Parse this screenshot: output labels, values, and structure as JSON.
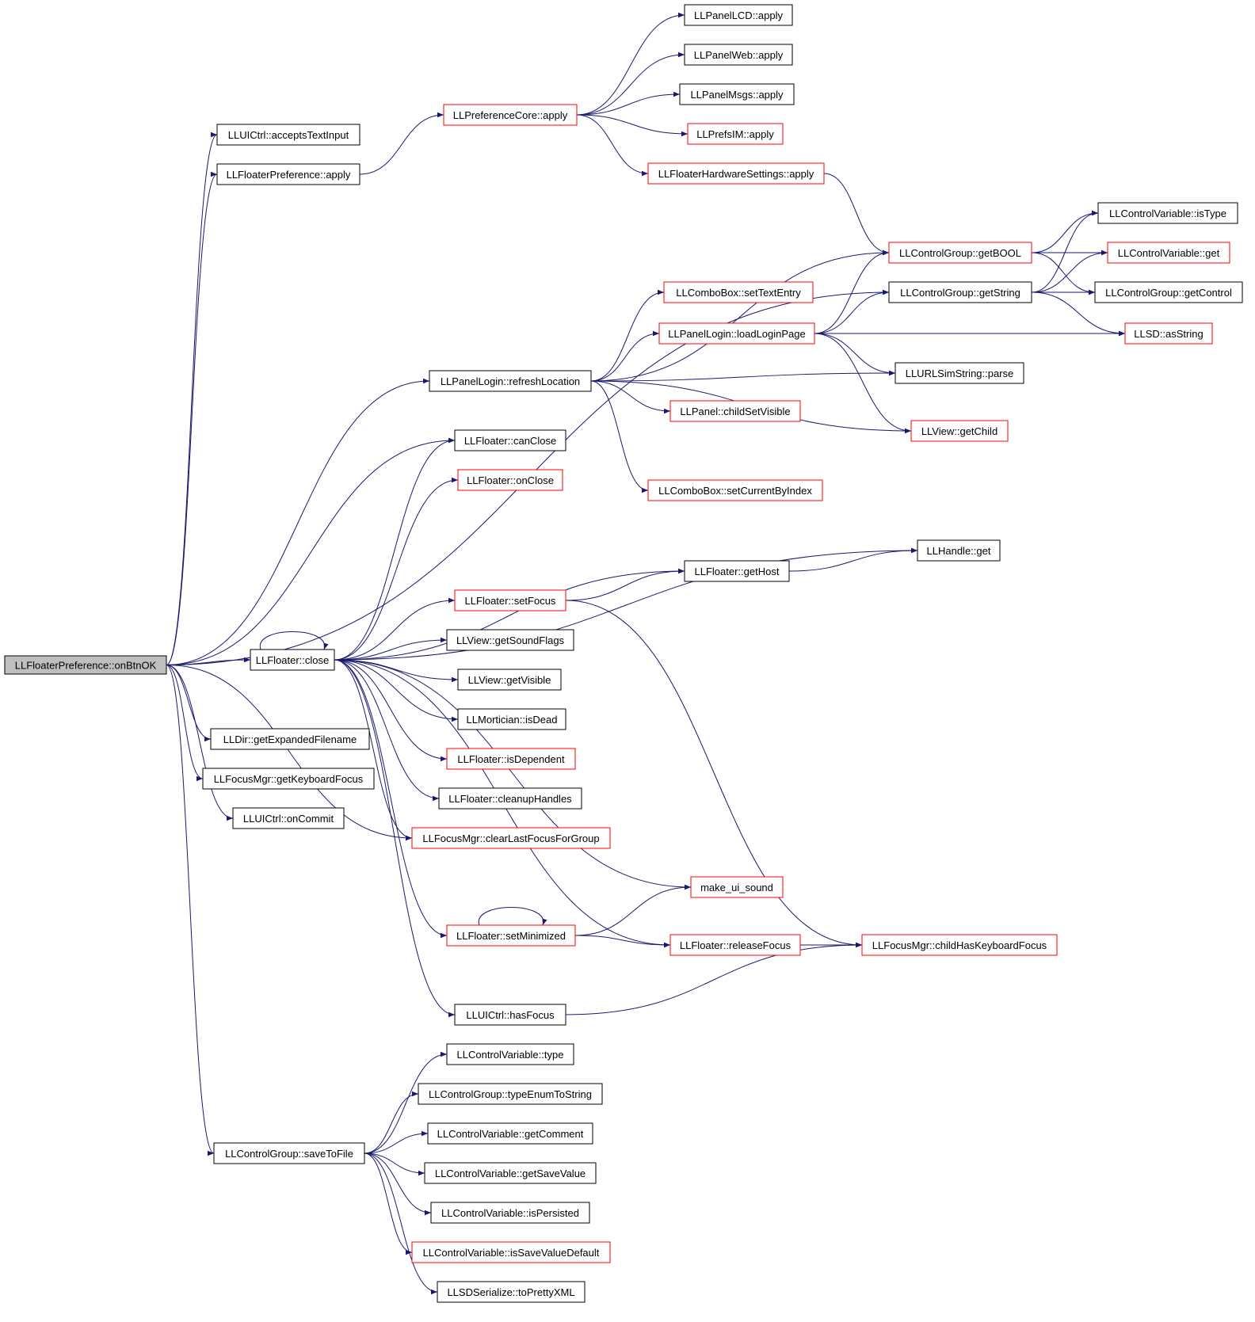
{
  "colors": {
    "edge": "#191970",
    "node_border": "#000000",
    "node_border_incomplete": "#ff0000",
    "root_fill": "#bfbfbf",
    "background": "#ffffff"
  },
  "nodes": {
    "root": {
      "label": "LLFloaterPreference::onBtnOK",
      "red": false
    },
    "uictrl_accepts": {
      "label": "LLUICtrl::acceptsTextInput",
      "red": false
    },
    "fp_apply": {
      "label": "LLFloaterPreference::apply",
      "red": false
    },
    "prefcore_apply": {
      "label": "LLPreferenceCore::apply",
      "red": true
    },
    "lcd_apply": {
      "label": "LLPanelLCD::apply",
      "red": false
    },
    "web_apply": {
      "label": "LLPanelWeb::apply",
      "red": false
    },
    "msgs_apply": {
      "label": "LLPanelMsgs::apply",
      "red": false
    },
    "im_apply": {
      "label": "LLPrefsIM::apply",
      "red": true
    },
    "hw_apply": {
      "label": "LLFloaterHardwareSettings::apply",
      "red": true
    },
    "cv_istype": {
      "label": "LLControlVariable::isType",
      "red": false
    },
    "cg_getbool": {
      "label": "LLControlGroup::getBOOL",
      "red": true
    },
    "cv_get": {
      "label": "LLControlVariable::get",
      "red": true
    },
    "combo_settext": {
      "label": "LLComboBox::setTextEntry",
      "red": true
    },
    "cg_getstring": {
      "label": "LLControlGroup::getString",
      "red": false
    },
    "cg_getcontrol": {
      "label": "LLControlGroup::getControl",
      "red": false
    },
    "login_loadpage": {
      "label": "LLPanelLogin::loadLoginPage",
      "red": true
    },
    "llsd_asstring": {
      "label": "LLSD::asString",
      "red": true
    },
    "urlsim_parse": {
      "label": "LLURLSimString::parse",
      "red": false
    },
    "login_refresh": {
      "label": "LLPanelLogin::refreshLocation",
      "red": false
    },
    "panel_childsetvis": {
      "label": "LLPanel::childSetVisible",
      "red": true
    },
    "view_getchild": {
      "label": "LLView::getChild",
      "red": true
    },
    "floater_canclose": {
      "label": "LLFloater::canClose",
      "red": false
    },
    "floater_onclose": {
      "label": "LLFloater::onClose",
      "red": true
    },
    "combo_setcurrent": {
      "label": "LLComboBox::setCurrentByIndex",
      "red": true
    },
    "handle_get": {
      "label": "LLHandle::get",
      "red": false
    },
    "floater_gethost": {
      "label": "LLFloater::getHost",
      "red": false
    },
    "floater_setfocus": {
      "label": "LLFloater::setFocus",
      "red": true
    },
    "view_soundflags": {
      "label": "LLView::getSoundFlags",
      "red": false
    },
    "floater_close": {
      "label": "LLFloater::close",
      "red": false
    },
    "view_getvisible": {
      "label": "LLView::getVisible",
      "red": false
    },
    "mortician_isdead": {
      "label": "LLMortician::isDead",
      "red": false
    },
    "dir_getexpanded": {
      "label": "LLDir::getExpandedFilename",
      "red": false
    },
    "floater_isdependent": {
      "label": "LLFloater::isDependent",
      "red": true
    },
    "focusmgr_getkb": {
      "label": "LLFocusMgr::getKeyboardFocus",
      "red": false
    },
    "floater_cleanup": {
      "label": "LLFloater::cleanupHandles",
      "red": false
    },
    "uictrl_oncommit": {
      "label": "LLUICtrl::onCommit",
      "red": false
    },
    "focusmgr_clearlast": {
      "label": "LLFocusMgr::clearLastFocusForGroup",
      "red": true
    },
    "make_ui_sound": {
      "label": "make_ui_sound",
      "red": true
    },
    "floater_setmin": {
      "label": "LLFloater::setMinimized",
      "red": true
    },
    "floater_releasefocus": {
      "label": "LLFloater::releaseFocus",
      "red": true
    },
    "focusmgr_childhas": {
      "label": "LLFocusMgr::childHasKeyboardFocus",
      "red": true
    },
    "uictrl_hasfocus": {
      "label": "LLUICtrl::hasFocus",
      "red": false
    },
    "cv_type": {
      "label": "LLControlVariable::type",
      "red": false
    },
    "cg_typeenum": {
      "label": "LLControlGroup::typeEnumToString",
      "red": false
    },
    "cv_getcomment": {
      "label": "LLControlVariable::getComment",
      "red": false
    },
    "cg_savetofile": {
      "label": "LLControlGroup::saveToFile",
      "red": false
    },
    "cv_getsave": {
      "label": "LLControlVariable::getSaveValue",
      "red": false
    },
    "cv_ispersisted": {
      "label": "LLControlVariable::isPersisted",
      "red": false
    },
    "cv_issavedefault": {
      "label": "LLControlVariable::isSaveValueDefault",
      "red": true
    },
    "llsd_pretty": {
      "label": "LLSDSerialize::toPrettyXML",
      "red": false
    }
  },
  "edges": [
    [
      "root",
      "uictrl_accepts"
    ],
    [
      "root",
      "fp_apply"
    ],
    [
      "root",
      "cg_getstring"
    ],
    [
      "root",
      "login_refresh"
    ],
    [
      "root",
      "floater_canclose"
    ],
    [
      "root",
      "floater_close"
    ],
    [
      "root",
      "dir_getexpanded"
    ],
    [
      "root",
      "focusmgr_getkb"
    ],
    [
      "root",
      "uictrl_oncommit"
    ],
    [
      "root",
      "focusmgr_clearlast"
    ],
    [
      "root",
      "cg_savetofile"
    ],
    [
      "fp_apply",
      "prefcore_apply"
    ],
    [
      "prefcore_apply",
      "lcd_apply"
    ],
    [
      "prefcore_apply",
      "web_apply"
    ],
    [
      "prefcore_apply",
      "msgs_apply"
    ],
    [
      "prefcore_apply",
      "im_apply"
    ],
    [
      "prefcore_apply",
      "hw_apply"
    ],
    [
      "hw_apply",
      "cg_getbool"
    ],
    [
      "cg_getbool",
      "cv_istype"
    ],
    [
      "cg_getbool",
      "cv_get"
    ],
    [
      "cg_getbool",
      "cg_getcontrol"
    ],
    [
      "cg_getstring",
      "cv_istype"
    ],
    [
      "cg_getstring",
      "cv_get"
    ],
    [
      "cg_getstring",
      "cg_getcontrol"
    ],
    [
      "cg_getstring",
      "llsd_asstring"
    ],
    [
      "login_refresh",
      "cg_getbool"
    ],
    [
      "login_refresh",
      "combo_settext"
    ],
    [
      "login_refresh",
      "login_loadpage"
    ],
    [
      "login_refresh",
      "urlsim_parse"
    ],
    [
      "login_refresh",
      "panel_childsetvis"
    ],
    [
      "login_refresh",
      "view_getchild"
    ],
    [
      "login_refresh",
      "combo_setcurrent"
    ],
    [
      "login_loadpage",
      "cg_getbool"
    ],
    [
      "login_loadpage",
      "cg_getstring"
    ],
    [
      "login_loadpage",
      "llsd_asstring"
    ],
    [
      "login_loadpage",
      "urlsim_parse"
    ],
    [
      "login_loadpage",
      "view_getchild"
    ],
    [
      "floater_close",
      "floater_close"
    ],
    [
      "floater_close",
      "floater_canclose"
    ],
    [
      "floater_close",
      "floater_onclose"
    ],
    [
      "floater_close",
      "handle_get"
    ],
    [
      "floater_close",
      "floater_gethost"
    ],
    [
      "floater_close",
      "floater_setfocus"
    ],
    [
      "floater_close",
      "view_soundflags"
    ],
    [
      "floater_close",
      "view_getvisible"
    ],
    [
      "floater_close",
      "mortician_isdead"
    ],
    [
      "floater_close",
      "floater_isdependent"
    ],
    [
      "floater_close",
      "floater_cleanup"
    ],
    [
      "floater_close",
      "focusmgr_clearlast"
    ],
    [
      "floater_close",
      "make_ui_sound"
    ],
    [
      "floater_close",
      "floater_setmin"
    ],
    [
      "floater_close",
      "floater_releasefocus"
    ],
    [
      "floater_close",
      "uictrl_hasfocus"
    ],
    [
      "floater_gethost",
      "handle_get"
    ],
    [
      "floater_setfocus",
      "floater_gethost"
    ],
    [
      "floater_setfocus",
      "focusmgr_childhas"
    ],
    [
      "floater_setmin",
      "floater_setmin"
    ],
    [
      "floater_setmin",
      "make_ui_sound"
    ],
    [
      "floater_setmin",
      "floater_releasefocus"
    ],
    [
      "floater_releasefocus",
      "focusmgr_childhas"
    ],
    [
      "uictrl_hasfocus",
      "focusmgr_childhas"
    ],
    [
      "cg_savetofile",
      "cv_type"
    ],
    [
      "cg_savetofile",
      "cg_typeenum"
    ],
    [
      "cg_savetofile",
      "cv_getcomment"
    ],
    [
      "cg_savetofile",
      "cv_getsave"
    ],
    [
      "cg_savetofile",
      "cv_ispersisted"
    ],
    [
      "cg_savetofile",
      "cv_issavedefault"
    ],
    [
      "cg_savetofile",
      "llsd_pretty"
    ]
  ]
}
